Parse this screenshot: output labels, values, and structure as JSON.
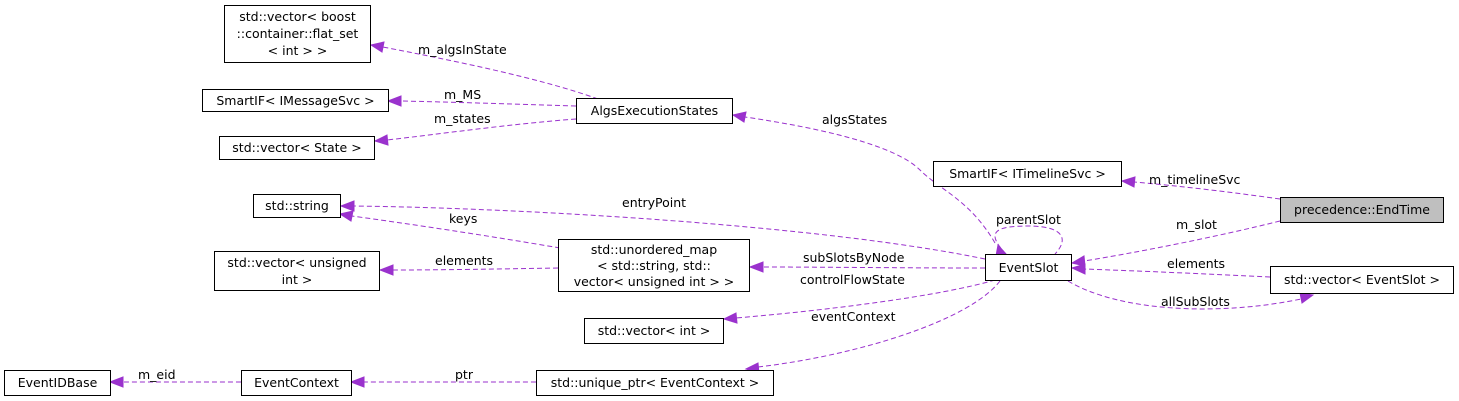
{
  "nodes": {
    "vec_flatset": [
      "std::vector< boost",
      "::container::flat_set",
      "< int > >"
    ],
    "smartif_imsg": [
      "SmartIF< IMessageSvc >"
    ],
    "vec_state": [
      "std::vector< State >"
    ],
    "algs_exec": [
      "AlgsExecutionStates"
    ],
    "std_string": [
      "std::string"
    ],
    "vec_unsigned": [
      "std::vector< unsigned",
      "int >"
    ],
    "unordered_map": [
      "std::unordered_map",
      "< std::string, std::",
      "vector< unsigned int > >"
    ],
    "vec_int": [
      "std::vector< int >"
    ],
    "eventidbase": [
      "EventIDBase"
    ],
    "eventcontext": [
      "EventContext"
    ],
    "unique_ptr": [
      "std::unique_ptr< EventContext >"
    ],
    "eventslot": [
      "EventSlot"
    ],
    "smartif_itl": [
      "SmartIF< ITimelineSvc >"
    ],
    "endtime": [
      "precedence::EndTime"
    ],
    "vec_eventslot": [
      "std::vector< EventSlot >"
    ]
  },
  "edge_labels": {
    "m_algsInState": "m_algsInState",
    "m_MS": "m_MS",
    "m_states": "m_states",
    "algsStates": "algsStates",
    "entryPoint": "entryPoint",
    "keys": "keys",
    "elements_map": "elements",
    "subSlotsByNode": "subSlotsByNode",
    "controlFlowState": "controlFlowState",
    "eventContext": "eventContext",
    "m_eid": "m_eid",
    "ptr": "ptr",
    "parentSlot": "parentSlot",
    "m_timelineSvc": "m_timelineSvc",
    "m_slot": "m_slot",
    "elements_vec": "elements",
    "allSubSlots": "allSubSlots"
  },
  "colors": {
    "edge": "#9a32cd",
    "highlight_fill": "#bfbfbf"
  }
}
